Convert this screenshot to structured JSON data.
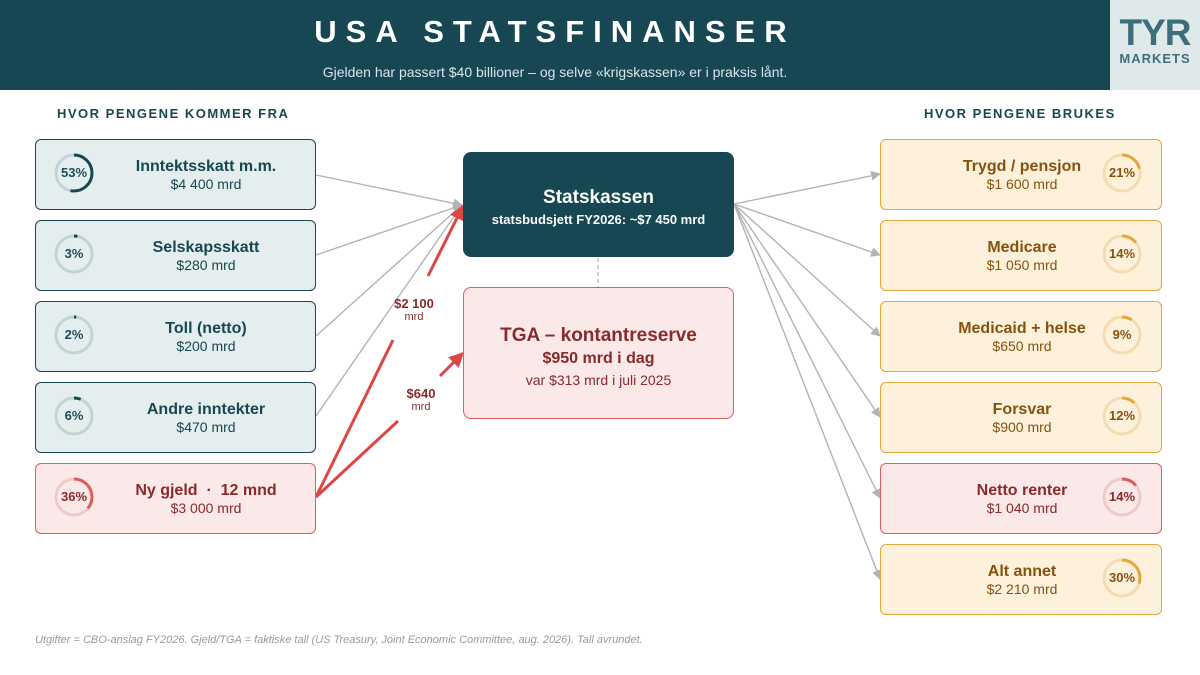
{
  "header": {
    "title": "USA STATSFINANSER",
    "subtitle": "Gjelden har passert $40 billioner – og selve «krigskassen» er i praksis lånt.",
    "logo_main": "TYR",
    "logo_sub": "MARKETS"
  },
  "left_heading": "HVOR PENGENE KOMMER FRA",
  "right_heading": "HVOR PENGENE BRUKES",
  "colors": {
    "teal_dark": "#164752",
    "teal_light": "#e5eeee",
    "orange": "#e3a73a",
    "orange_light": "#fdf1dc",
    "red": "#de5d5d",
    "red_light": "#fbe8e8",
    "grey_arrow": "#b3b3b3"
  },
  "income": [
    {
      "name": "Inntektsskatt m.m.",
      "value": "$4 400 mrd",
      "share_label": "53%",
      "share": 0.53
    },
    {
      "name": "Selskapsskatt",
      "value": "$280 mrd",
      "share_label": "3%",
      "share": 0.03
    },
    {
      "name": "Toll (netto)",
      "value": "$200 mrd",
      "share_label": "2%",
      "share": 0.02
    },
    {
      "name": "Andre inntekter",
      "value": "$470 mrd",
      "share_label": "6%",
      "share": 0.06
    },
    {
      "name": "Ny gjeld  ·  12 mnd",
      "value": "$3 000 mrd",
      "share_label": "36%",
      "share": 0.36,
      "debt": true
    }
  ],
  "center": {
    "treasury_name": "Statskassen",
    "treasury_sub": "statsbudsjett FY2026: ~$7 450 mrd",
    "tga_name": "TGA – kontantreserve",
    "tga_amount": "$950 mrd i dag",
    "tga_prev": "var $313 mrd i juli 2025"
  },
  "flows": {
    "to_treasury_amount": "$2 100",
    "to_treasury_unit": "mrd",
    "to_tga_amount": "$640",
    "to_tga_unit": "mrd"
  },
  "expenses": [
    {
      "name": "Trygd / pensjon",
      "value": "$1 600 mrd",
      "share_label": "21%",
      "share": 0.21
    },
    {
      "name": "Medicare",
      "value": "$1 050 mrd",
      "share_label": "14%",
      "share": 0.14
    },
    {
      "name": "Medicaid + helse",
      "value": "$650 mrd",
      "share_label": "9%",
      "share": 0.09
    },
    {
      "name": "Forsvar",
      "value": "$900 mrd",
      "share_label": "12%",
      "share": 0.12
    },
    {
      "name": "Netto renter",
      "value": "$1 040 mrd",
      "share_label": "14%",
      "share": 0.14,
      "debt": true
    },
    {
      "name": "Alt annet",
      "value": "$2 210 mrd",
      "share_label": "30%",
      "share": 0.3
    }
  ],
  "footnote": "Utgifter = CBO-anslag FY2026. Gjeld/TGA = faktiske tall (US Treasury, Joint Economic Committee, aug. 2026). Tall avrundet."
}
